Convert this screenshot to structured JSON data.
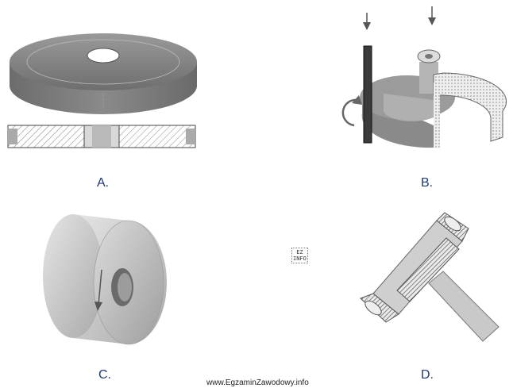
{
  "options": [
    {
      "letter": "A.",
      "figure": "grinding-disc-with-section"
    },
    {
      "letter": "B.",
      "figure": "cup-wheel-cutaway-with-tool"
    },
    {
      "letter": "C.",
      "figure": "cylindrical-wheel-with-rotation"
    },
    {
      "letter": "D.",
      "figure": "tube-section-on-shaft"
    }
  ],
  "badge": {
    "line1": "EZ",
    "line2": "INFO"
  },
  "watermark": "www.EgzaminZawodowy.info"
}
